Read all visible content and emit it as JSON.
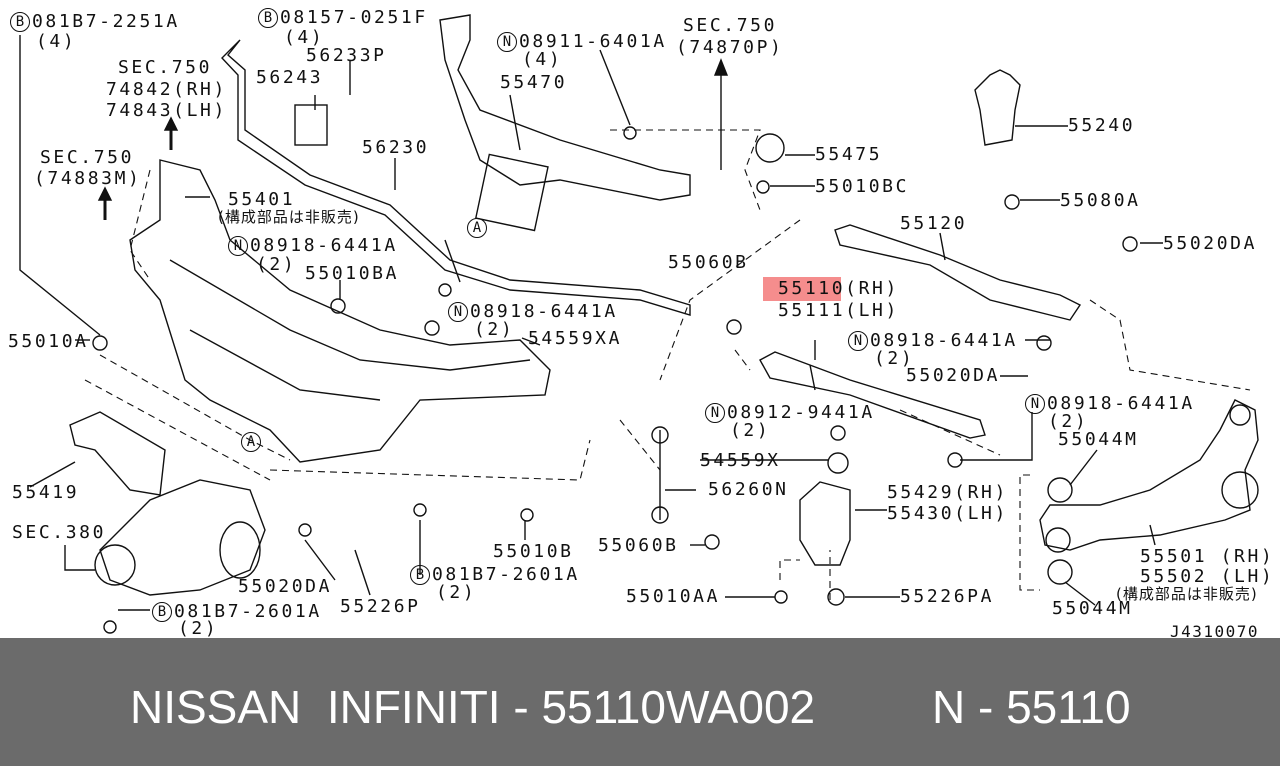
{
  "diagram": {
    "labels": {
      "b_081B7_2251A": "081B7-2251A",
      "q4a": "(4)",
      "b_08157_0251F": "08157-0251F",
      "q4b": "(4)",
      "p56233P": "56233P",
      "p56243": "56243",
      "sec750_a": "SEC.750",
      "p74842": "74842(RH)",
      "p74843": "74843(LH)",
      "sec750_b": "SEC.750",
      "p74883M": "(74883M)",
      "p55401": "55401",
      "not_sold_a": "(構成部品は非販売)",
      "n_08918_a": "08918-6441A",
      "q2a": "(2)",
      "p55010BA": "55010BA",
      "p56230": "56230",
      "n_08911": "08911-6401A",
      "q4c": "(4)",
      "p55470": "55470",
      "sec750_c": "SEC.750",
      "p74870P": "(74870P)",
      "p55475": "55475",
      "p55010BC": "55010BC",
      "p55240": "55240",
      "p55080A": "55080A",
      "p55120": "55120",
      "p55020DA_a": "55020DA",
      "p55060B_a": "55060B",
      "p55110": "55110(RH)",
      "p55111": "55111(LH)",
      "n_08918_b": "08918-6441A",
      "q2b": "(2)",
      "p55020DA_b": "55020DA",
      "n_08918_c": "08918-6441A",
      "q2c": "(2)",
      "n_08918_d": "08918-6441A",
      "q2d": "(2)",
      "p54559XA": "54559XA",
      "p55010A": "55010A",
      "n_08912": "08912-9441A",
      "q2e": "(2)",
      "p54559X": "54559X",
      "p56260N": "56260N",
      "p55429": "55429(RH)",
      "p55430": "55430(LH)",
      "p55044M_a": "55044M",
      "p55419": "55419",
      "sec380": "SEC.380",
      "p55060B_b": "55060B",
      "p55010B": "55010B",
      "p55020DA_c": "55020DA",
      "b_081B7_2601A_a": "081B7-2601A",
      "q2f": "(2)",
      "p55226P": "55226P",
      "p55010AA": "55010AA",
      "p55226PA": "55226PA",
      "p55501": "55501 (RH)",
      "p55502": "55502 (LH)",
      "not_sold_b": "(構成部品は非販売)",
      "p55044M_b": "55044M",
      "b_081B7_2601A_b": "081B7-2601A",
      "q2g": "(2)",
      "ref_a1": "A",
      "ref_a2": "A",
      "diagram_code": "J4310070",
      "mark_b": "B",
      "mark_n": "N"
    },
    "highlight_color": "#f05050"
  },
  "footer": {
    "brand": "NISSAN  INFINITI - 55110WA002",
    "part": "N - 55110"
  }
}
